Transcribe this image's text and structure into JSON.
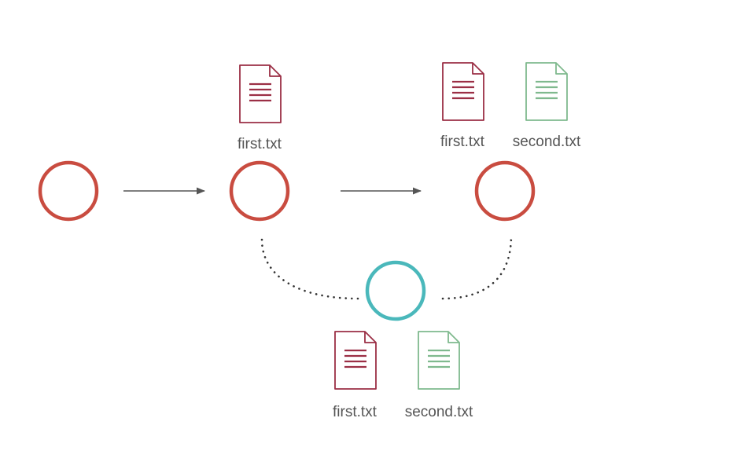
{
  "colors": {
    "commit": "#c94c40",
    "stash": "#4ab8bb",
    "arrow": "#555555",
    "dots": "#333333",
    "first_file": "#9b2f45",
    "second_file": "#7fb98e",
    "label": "#555555"
  },
  "icons": [
    "document-icon"
  ],
  "labels": {
    "commit2_file1": "first.txt",
    "commit3_file1": "first.txt",
    "commit3_file2": "second.txt",
    "stash_file1": "first.txt",
    "stash_file2": "second.txt"
  }
}
